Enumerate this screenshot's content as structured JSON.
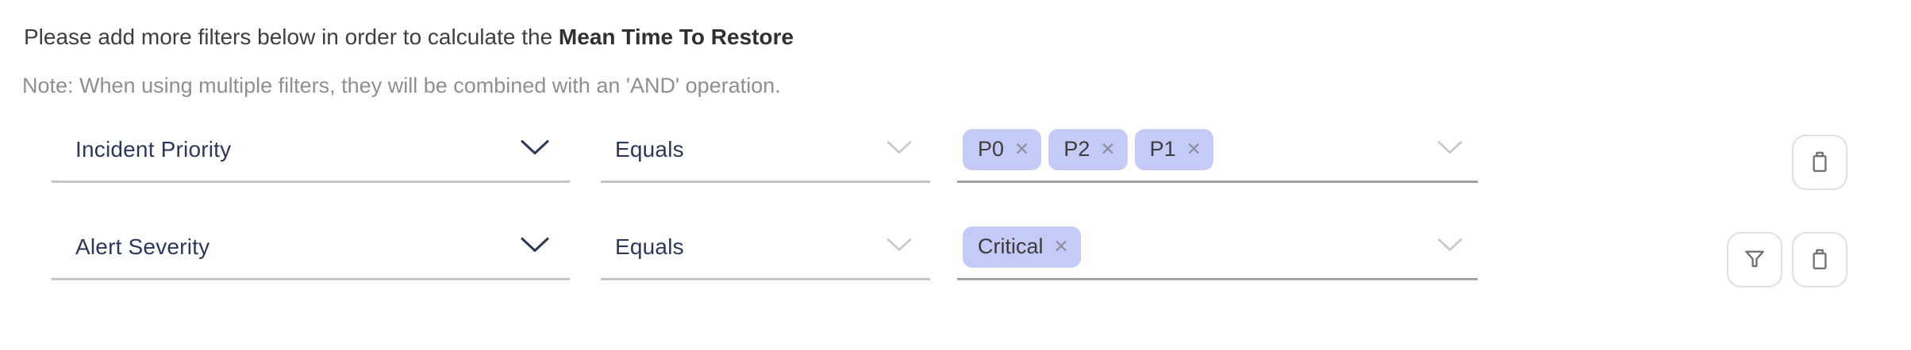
{
  "header": {
    "intro_text": "Please add more filters below in order to calculate the ",
    "metric_name": "Mean Time To Restore",
    "note": "Note: When using multiple filters, they will be combined with an 'AND' operation."
  },
  "glyphs": {
    "chip_remove": "✕"
  },
  "icons": {
    "attribute_dropdown": "chevron-down-icon",
    "operator_dropdown": "chevron-down-icon",
    "values_dropdown": "chevron-down-icon",
    "delete_row": "trash-icon",
    "filter_row": "funnel-icon",
    "chip_remove": "x-icon"
  },
  "colors": {
    "chip_background": "#c5cbf6",
    "select_text": "#2c3857",
    "note_text": "#8f8f8f",
    "icon_gray": "#737373"
  },
  "filters": [
    {
      "attribute": "Incident Priority",
      "operator": "Equals",
      "values": [
        "P0",
        "P2",
        "P1"
      ]
    },
    {
      "attribute": "Alert Severity",
      "operator": "Equals",
      "values": [
        "Critical"
      ]
    }
  ]
}
